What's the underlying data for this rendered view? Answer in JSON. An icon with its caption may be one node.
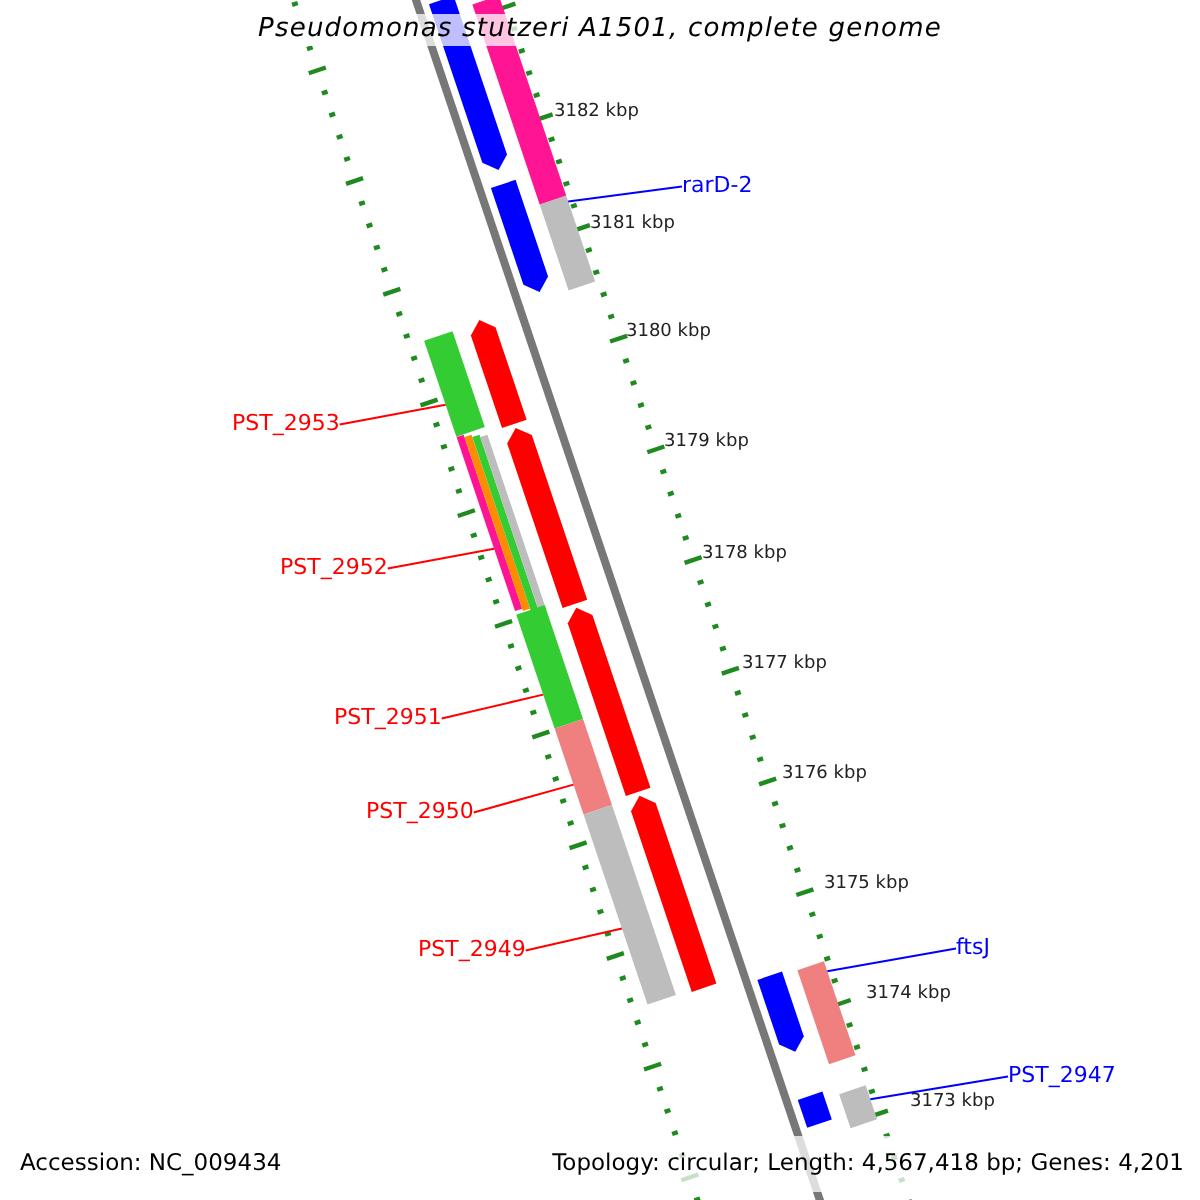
{
  "diagram": {
    "title": "Pseudomonas stutzeri A1501, complete genome",
    "nodes": [
      {
        "text": [
          "rarD-2"
        ]
      },
      {
        "text": [],
        "shape": "bar"
      },
      {
        "text": [
          "PST_2953"
        ]
      },
      {
        "text": [],
        "shape": "bar"
      },
      {
        "text": [
          "PST_2952"
        ]
      },
      {
        "text": [],
        "shape": "bar"
      },
      {
        "text": [
          "PST_2951"
        ]
      },
      {
        "text": [],
        "shape": "bar"
      },
      {
        "text": [
          "PST_2950"
        ]
      },
      {
        "text": [],
        "shape": "bar"
      },
      {
        "text": [
          "PST_2949"
        ]
      },
      {
        "text": [],
        "shape": "bar"
      },
      {
        "text": [
          "ftsJ"
        ]
      },
      {
        "text": [],
        "shape": "bar"
      },
      {
        "text": [
          "PST_2947"
        ]
      },
      {
        "text": [],
        "shape": "bar"
      },
      {
        "text": [],
        "shape": "arrow"
      },
      {
        "text": [],
        "shape": "bar"
      },
      {
        "text": [],
        "shape": "arrow"
      },
      {
        "text": [],
        "shape": "arrow"
      },
      {
        "text": [],
        "shape": "arrow"
      },
      {
        "text": [],
        "shape": "arrow"
      },
      {
        "text": [],
        "shape": "arrow"
      },
      {
        "text": [],
        "shape": "arrow"
      },
      {
        "text": [],
        "shape": "arrow"
      }
    ],
    "edges": [
      {
        "from": 0,
        "to": 1,
        "arrow": "none",
        "color": "#0000ff"
      },
      {
        "from": 2,
        "to": 3,
        "arrow": "none"
      },
      {
        "from": 4,
        "to": 5,
        "arrow": "none"
      },
      {
        "from": 6,
        "to": 7,
        "arrow": "none"
      },
      {
        "from": 8,
        "to": 9,
        "arrow": "none"
      },
      {
        "from": 10,
        "to": 11,
        "arrow": "none"
      },
      {
        "from": 12,
        "to": 13,
        "arrow": "none",
        "color": "#0000ff"
      },
      {
        "from": 14,
        "to": 15,
        "arrow": "none",
        "color": "#0000ff"
      }
    ],
    "labels": [
      "3182 kbp",
      "3181 kbp",
      "3180 kbp",
      "3179 kbp",
      "3178 kbp",
      "3177 kbp",
      "3176 kbp",
      "3175 kbp",
      "3174 kbp",
      "3173 kbp",
      "Accession: NC_009434",
      "Topology: circular; Length: 4,567,418 bp; Genes: 4,201"
    ]
  }
}
